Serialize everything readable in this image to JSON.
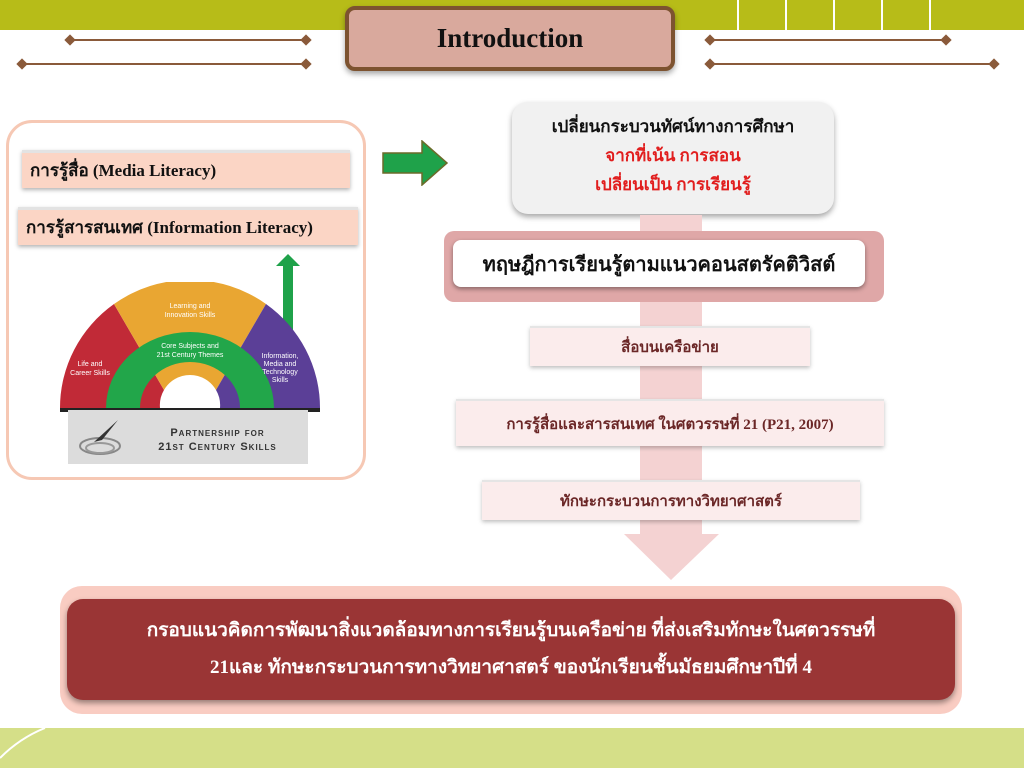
{
  "title": "Introduction",
  "left_panel": {
    "media_literacy": "การรู้สื่อ (Media Literacy)",
    "information_literacy": "การรู้สารสนเทศ (Information Literacy)",
    "rainbow": {
      "life_career": [
        "Life and",
        "Career Skills"
      ],
      "learning_innovation": [
        "Learning and",
        "Innovation Skills"
      ],
      "information_media": [
        "Information,",
        "Media and",
        "Technology",
        "Skills"
      ],
      "core_subjects": [
        "Core Subjects and",
        "21st Century Themes"
      ]
    },
    "logo": {
      "line1": "Partnership for",
      "line2": "21st Century Skills"
    }
  },
  "paradigm": {
    "line1": "เปลี่ยนกระบวนทัศน์ทางการศึกษา",
    "line2": "จากที่เน้น การสอน",
    "line3": "เปลี่ยนเป็น การเรียนรู้"
  },
  "theory": "ทฤษฎีการเรียนรู้ตามแนวคอนสตรัคติวิสต์",
  "flow_items": {
    "network_media": "สื่อบนเครือข่าย",
    "literacy_21": "การรู้สื่อและสารสนเทศ ในศตวรรษที่ 21  (P21, 2007)",
    "science_process": "ทักษะกระบวนการทางวิทยาศาสตร์"
  },
  "conclusion": {
    "line1": "กรอบแนวคิดการพัฒนาสิ่งแวดล้อมทางการเรียนรู้บนเครือข่าย ที่ส่งเสริมทักษะในศตวรรษที่",
    "line2": "21และ ทักษะกระบวนการทางวิทยาศาสตร์ ของนักเรียนชั้นมัธยมศึกษาปีที่ 4"
  },
  "colors": {
    "top_bar": "#b7bc18",
    "bottom_bar": "#d5df88",
    "arrow_green": "#1fa24a",
    "conclusion_box": "#9a3535",
    "accent_red_text": "#e11e1e"
  }
}
